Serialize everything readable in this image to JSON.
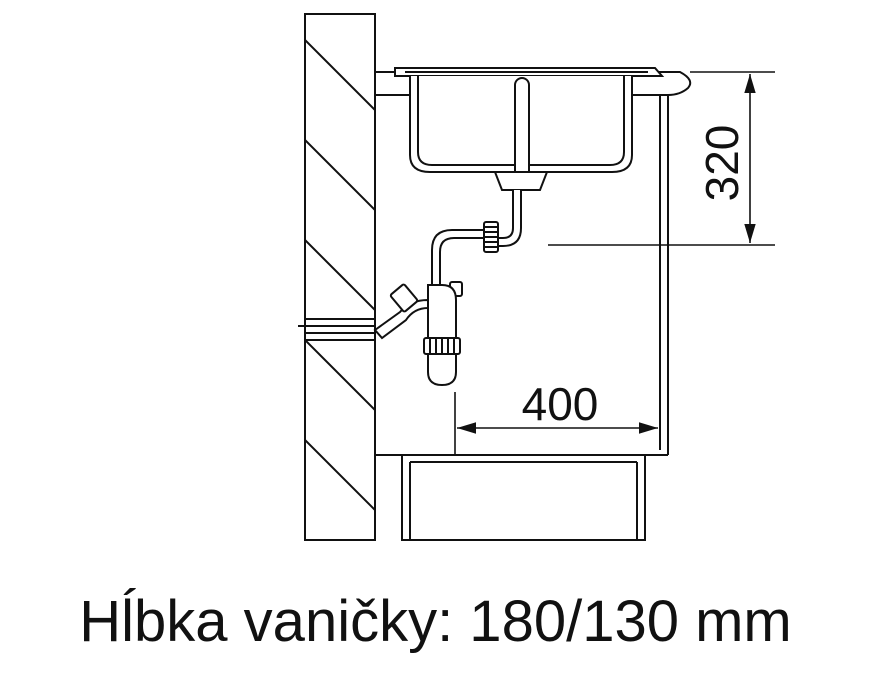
{
  "dimensions": {
    "height_label": "320",
    "width_label": "400"
  },
  "caption": "Hĺbka vaničky: 180/130 mm",
  "colors": {
    "line": "#111111",
    "background": "#ffffff"
  }
}
